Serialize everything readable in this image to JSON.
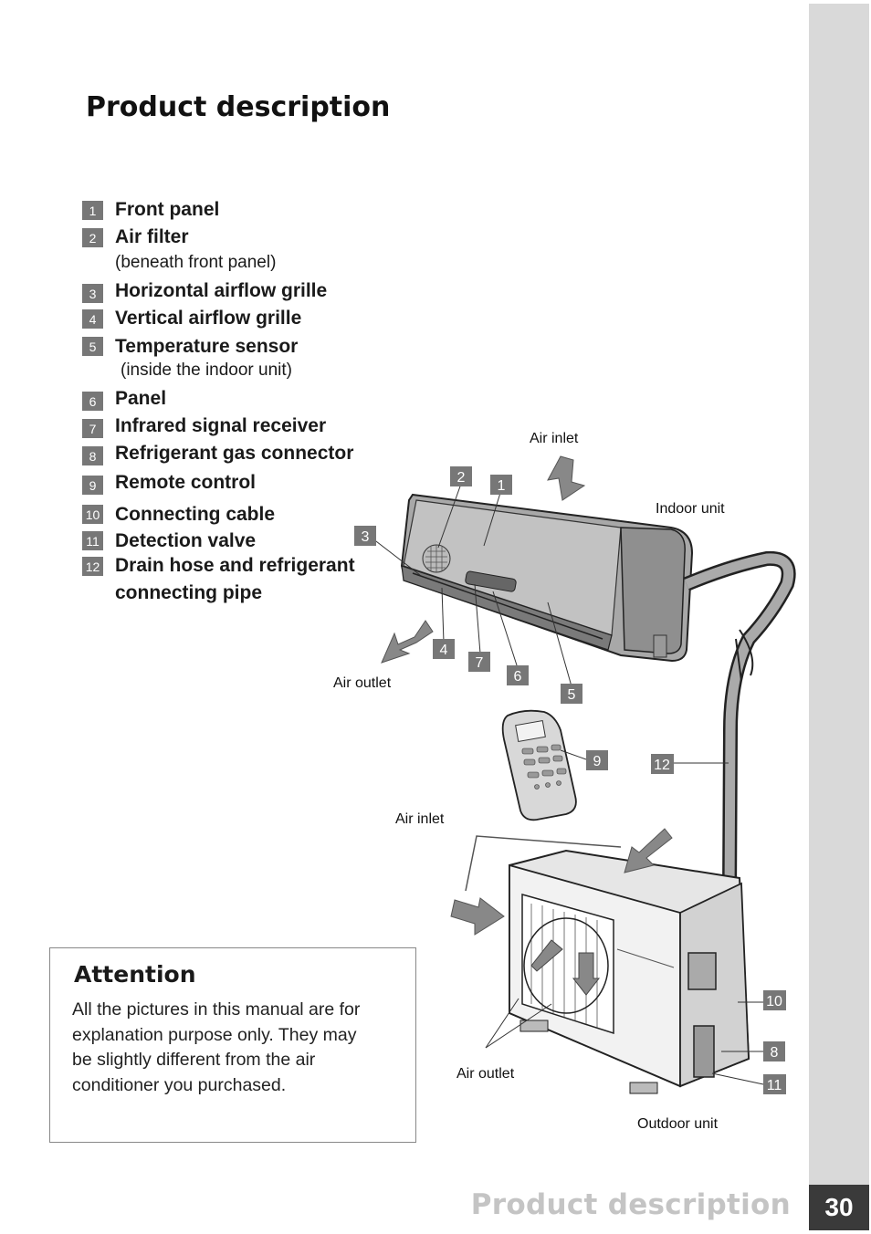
{
  "page": {
    "title": "Product description",
    "footer_title": "Product description",
    "page_number": "30"
  },
  "legend": [
    {
      "num": "1",
      "label": "Front panel"
    },
    {
      "num": "2",
      "label": "Air filter",
      "sub": "(beneath front panel)"
    },
    {
      "num": "3",
      "label": "Horizontal airflow grille"
    },
    {
      "num": "4",
      "label": "Vertical airflow grille"
    },
    {
      "num": "5",
      "label": "Temperature sensor",
      "sub": "(inside the indoor unit)"
    },
    {
      "num": "6",
      "label": "Panel"
    },
    {
      "num": "7",
      "label": "Infrared signal receiver"
    },
    {
      "num": "8",
      "label": "Refrigerant gas connector"
    },
    {
      "num": "9",
      "label": "Remote control"
    },
    {
      "num": "10",
      "label": "Connecting cable"
    },
    {
      "num": "11",
      "label": "Detection valve"
    },
    {
      "num": "12",
      "label": "Drain hose and refrigerant",
      "label2": "connecting pipe"
    }
  ],
  "diagram": {
    "air_inlet_top": "Air inlet",
    "indoor_unit": "Indoor unit",
    "air_outlet_indoor": "Air outlet",
    "air_inlet_outdoor": "Air inlet",
    "air_outlet_outdoor": "Air outlet",
    "outdoor_unit": "Outdoor unit",
    "callouts": [
      "1",
      "2",
      "3",
      "4",
      "5",
      "6",
      "7",
      "8",
      "9",
      "10",
      "11",
      "12"
    ]
  },
  "attention": {
    "title": "Attention",
    "lines": [
      "All the pictures in this manual are for",
      "explanation purpose only. They may",
      "be  slightly different from the air",
      "conditioner you purchased."
    ]
  },
  "colors": {
    "badge": "#777777",
    "side_band": "#d9d9d9",
    "page_number_bg": "#3a3a3a",
    "footer_title": "#c4c4c4"
  }
}
